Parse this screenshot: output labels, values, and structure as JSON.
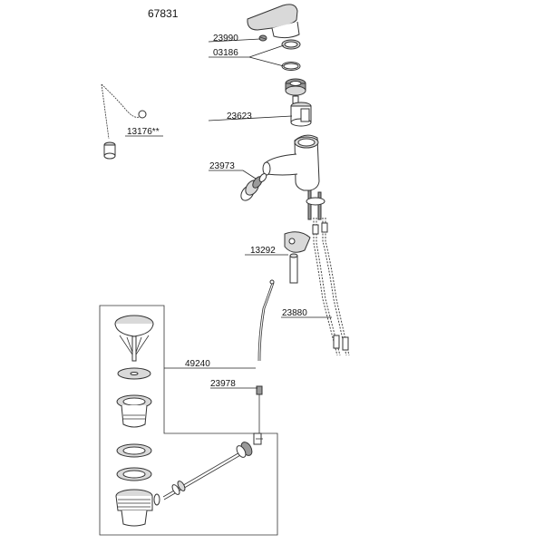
{
  "diagram": {
    "title": "67831",
    "parts": [
      {
        "id": "p23990",
        "number": "23990"
      },
      {
        "id": "p03186",
        "number": "03186"
      },
      {
        "id": "p23623",
        "number": "23623"
      },
      {
        "id": "p13176",
        "number": "13176**"
      },
      {
        "id": "p23973",
        "number": "23973"
      },
      {
        "id": "p13292",
        "number": "13292"
      },
      {
        "id": "p23880",
        "number": "23880"
      },
      {
        "id": "p49240",
        "number": "49240"
      },
      {
        "id": "p23978",
        "number": "23978"
      }
    ]
  }
}
